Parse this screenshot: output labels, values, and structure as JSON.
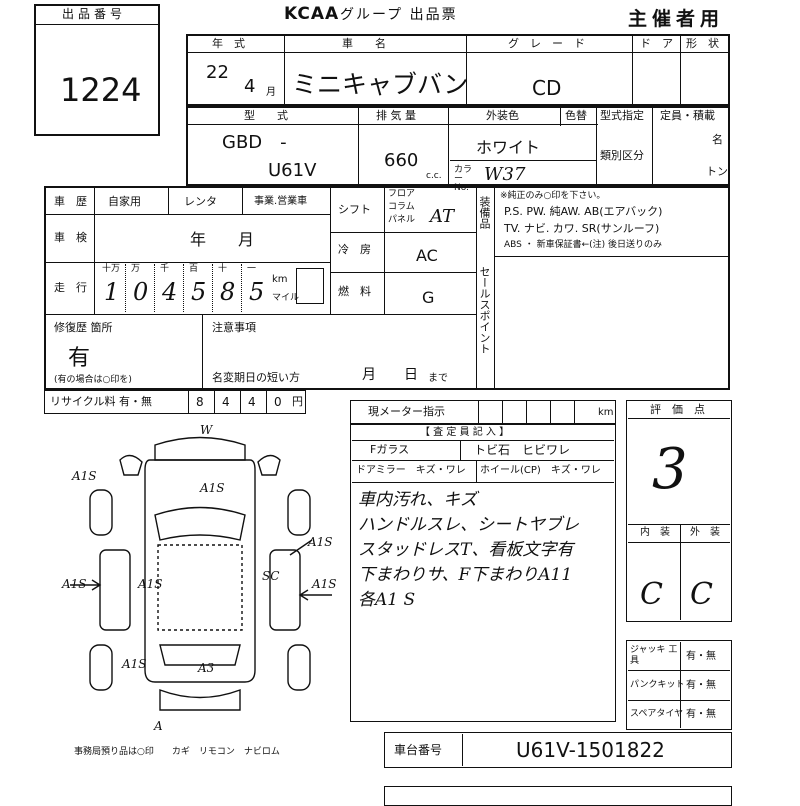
{
  "header": {
    "lot_label": "出品番号",
    "lot_number": "1224",
    "brand": "KCAA",
    "title": "グループ 出品票",
    "role": "主催者用"
  },
  "row1": {
    "year_label": "年　式",
    "name_label": "車　　名",
    "grade_label": "グ　レ　ー　ド",
    "door_label": "ド　ア",
    "shape_label": "形　状",
    "year_value": "22",
    "month_value": "4",
    "month_unit": "月",
    "car_name": "ミニキャブバン",
    "grade_value": "CD"
  },
  "row2": {
    "model_label": "型　　式",
    "displacement_label": "排 気 量",
    "color_label": "外装色",
    "color_num_label": "色替",
    "type_spec_label": "型式指定",
    "capacity_label": "定員・積載",
    "class_label": "類別区分",
    "model_value_1": "GBD　-",
    "model_value_2": "U61V",
    "displacement_value": "660",
    "cc_unit": "c.c.",
    "color_value": "ホワイト",
    "color_no_label": "カラー No.",
    "color_no_value": "W37",
    "capacity_unit_1": "名",
    "capacity_unit_2": "トン"
  },
  "history": {
    "label": "車　歴",
    "options": [
      "自家用",
      "レンタ",
      "事業.営業車"
    ],
    "inspection_label": "車　検",
    "inspection_value": "年　　月",
    "mileage_label": "走　行",
    "digit_units": [
      "十万",
      "万",
      "千",
      "百",
      "十",
      "一"
    ],
    "mileage_digits": [
      "1",
      "0",
      "4",
      "5",
      "8",
      "5"
    ],
    "km_label": "km",
    "mile_label": "マイル"
  },
  "shift": {
    "label": "シフト",
    "options": [
      "フロア",
      "コラム",
      "パネル"
    ],
    "value": "AT",
    "ac_label": "冷　房",
    "ac_value": "AC",
    "fuel_label": "燃　料",
    "fuel_value": "G"
  },
  "equipment": {
    "label": "装備品",
    "note": "※純正のみ○印を下さい。",
    "line1": "P.S.  PW.  純AW.  AB(エアバック)",
    "line2": "TV.  ナビ. カワ.  SR(サンルーフ)",
    "line3": "ABS ・ 新車保証書←(注) 後日送りのみ",
    "sales_point_label": "セールスポイント"
  },
  "repair": {
    "label": "修復歴  箇所",
    "value": "有",
    "note": "(有の場合は○印を)",
    "notes_label": "注意事項",
    "name_change_label": "名変期日の短い方",
    "name_change_value": "月　　日",
    "name_change_suffix": "まで"
  },
  "recycle": {
    "label": "リサイクル料  有・無",
    "digits": [
      "8",
      "4",
      "4",
      "0"
    ],
    "unit": "円"
  },
  "inspector": {
    "meter_label": "現メーター指示",
    "km_label": "km",
    "entry_title": "【 査 定 員 記 入 】",
    "glass_label": "Fガラス",
    "glass_options": "トビ石　ヒビワレ",
    "mirror_label": "ドアミラー　キズ・ワレ",
    "wheel_label": "ホイール(CP)　キズ・ワレ",
    "comments": [
      "車内汚れ、キズ",
      "ハンドルスレ、シートヤブレ",
      "スタッドレスT、看板文字有",
      "下まわりサ、F下まわりA11",
      "各A1 S"
    ]
  },
  "evaluation": {
    "label": "評　価　点",
    "score": "3",
    "interior_label": "内　装",
    "exterior_label": "外　装",
    "interior_value": "C",
    "exterior_value": "C"
  },
  "tools": {
    "jack_label": "ジャッキ 工具",
    "jack_value": "有・無",
    "puncture_label": "パンクキット",
    "puncture_value": "有・無",
    "spare_label": "スペアタイヤ",
    "spare_value": "有・無"
  },
  "chassis": {
    "label": "車台番号",
    "value": "U61V-1501822"
  },
  "footer": {
    "office_note": "事務局預り品は○印　　カギ　リモコン　ナビロム"
  },
  "diagram_marks": [
    "W",
    "A1S",
    "A1S",
    "A1S",
    "A1S",
    "SC",
    "A1S",
    "A1S",
    "A1S",
    "A3",
    "A"
  ]
}
